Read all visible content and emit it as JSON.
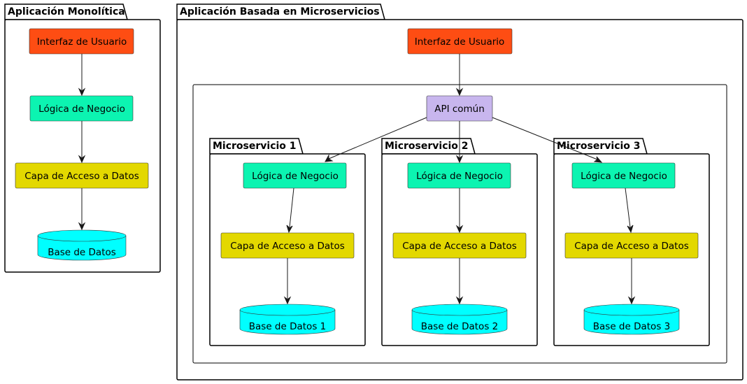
{
  "colors": {
    "ui": "#FE4D13",
    "logic": "#0CF4B1",
    "data_access": "#E3D800",
    "database": "#00FFFF",
    "api": "#C8B6EE"
  },
  "monolith": {
    "title": "Aplicación Monolítica",
    "ui": "Interfaz de Usuario",
    "logic": "Lógica de Negocio",
    "data_access": "Capa de Acceso a Datos",
    "database": "Base de Datos"
  },
  "microservices_app": {
    "title": "Aplicación Basada en Microservicios",
    "ui": "Interfaz de Usuario",
    "api": "API común",
    "services": [
      {
        "title": "Microservicio 1",
        "logic": "Lógica de Negocio",
        "data_access": "Capa de Acceso a Datos",
        "database": "Base de Datos 1"
      },
      {
        "title": "Microservicio 2",
        "logic": "Lógica de Negocio",
        "data_access": "Capa de Acceso a Datos",
        "database": "Base de Datos 2"
      },
      {
        "title": "Microservicio 3",
        "logic": "Lógica de Negocio",
        "data_access": "Capa de Acceso a Datos",
        "database": "Base de Datos 3"
      }
    ]
  }
}
